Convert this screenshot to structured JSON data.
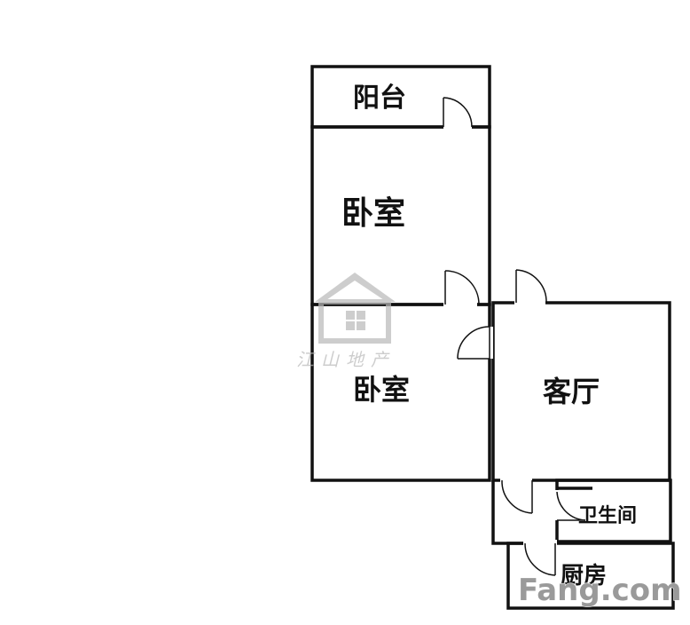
{
  "rooms": {
    "balcony": "阳台",
    "bedroom_upper": "卧室",
    "bedroom_lower": "卧室",
    "living_room": "客厅",
    "bathroom": "卫生间",
    "kitchen": "厨房"
  },
  "watermark": {
    "agency": "江山地产",
    "brand": "Fang.com"
  },
  "colors": {
    "wall": "#111111",
    "watermark_gray": "#b9b9b9",
    "brand_gray": "#9a9a9a"
  }
}
